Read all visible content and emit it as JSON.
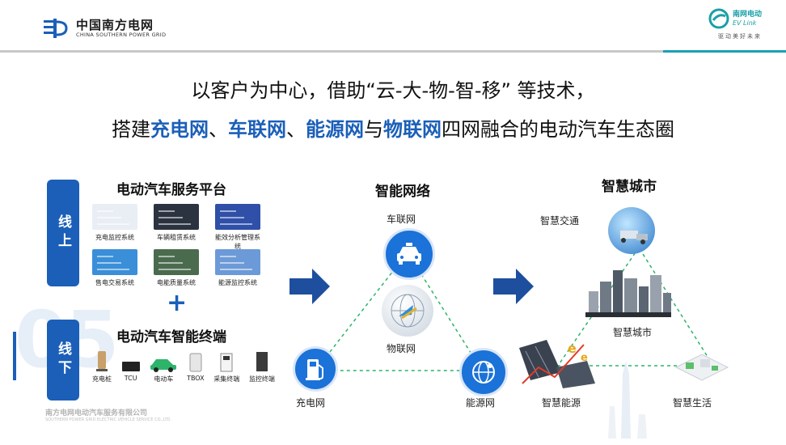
{
  "header": {
    "brand_cn": "中国南方电网",
    "brand_en": "CHINA SOUTHERN POWER GRID",
    "ev_brand_cn": "南网电动",
    "ev_brand_en": "EV Link",
    "ev_slogan": "驱动美好未来"
  },
  "headline": {
    "line1": "以客户为中心，借助“云-大-物-智-移” 等技术，",
    "line2_pre": "搭建",
    "net1": "充电网",
    "sep1": "、",
    "net2": "车联网",
    "sep2": "、",
    "net3": "能源网",
    "conj": "与",
    "net4": "物联网",
    "line2_post": "四网融合的电动汽车生态圈"
  },
  "tabs": {
    "online": "线上",
    "offline": "线下"
  },
  "platform": {
    "title": "电动汽车服务平台",
    "systems": [
      {
        "label": "充电监控系统",
        "color": "#e9eef5"
      },
      {
        "label": "车辆租赁系统",
        "color": "#2b3340"
      },
      {
        "label": "能效分析管理系统",
        "color": "#2f4fa8"
      },
      {
        "label": "售电交易系统",
        "color": "#3a8fd8"
      },
      {
        "label": "电能质量系统",
        "color": "#4b6b4e"
      },
      {
        "label": "能源监控系统",
        "color": "#6c9ad8"
      }
    ],
    "plus": "+"
  },
  "terminal": {
    "title": "电动汽车智能终端",
    "items": [
      "充电桩",
      "TCU",
      "电动车",
      "TBOX",
      "采集终端",
      "监控终端"
    ]
  },
  "watermark": {
    "number": "05",
    "company_cn": "南方电网电动汽车服务有限公司",
    "company_en": "SOUTHERN POWER GRID ELECTRIC VEHICLE SERVICE CO.,LTD."
  },
  "network": {
    "title": "智能网络",
    "top": "车联网",
    "center": "物联网",
    "left": "充电网",
    "right": "能源网"
  },
  "city": {
    "title": "智慧城市",
    "traffic": "智慧交通",
    "city_label": "智慧城市",
    "energy": "智慧能源",
    "life": "智慧生活"
  },
  "colors": {
    "blue": "#1b5fb8",
    "teal": "#1aa0b4",
    "green": "#2db36a",
    "dark_blue": "#1e4f9e"
  }
}
